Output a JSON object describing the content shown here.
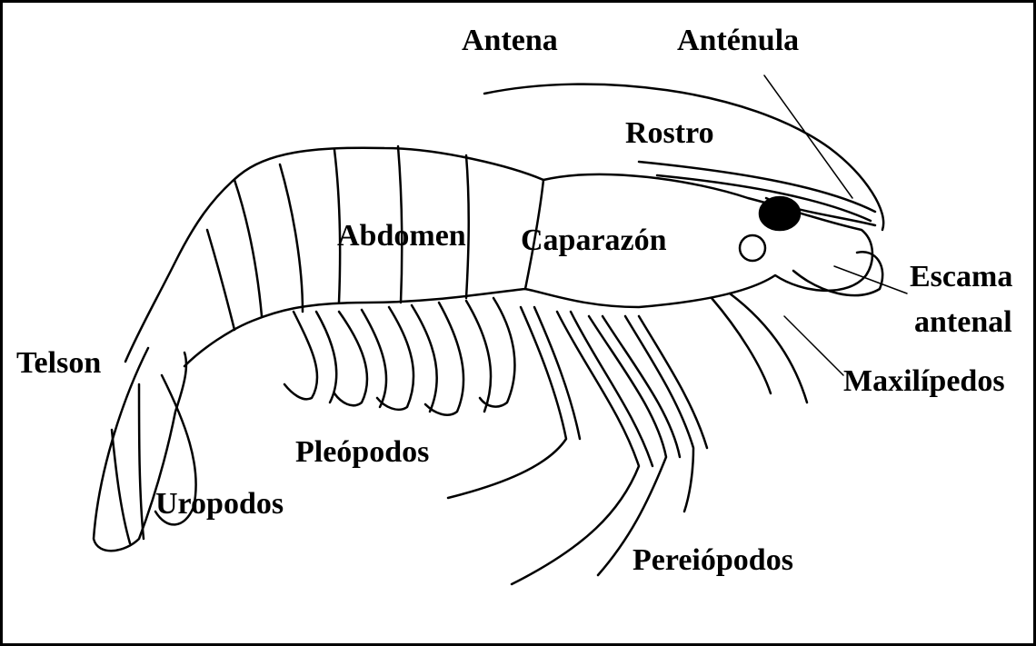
{
  "labels": {
    "antena": "Antena",
    "antenula": "Anténula",
    "rostro": "Rostro",
    "abdomen": "Abdomen",
    "caparazon": "Caparazón",
    "escama": "Escama",
    "antenal": "antenal",
    "telson": "Telson",
    "maxilipedos": "Maxilípedos",
    "pleopodos": "Pleópodos",
    "uropodos": "Uropodos",
    "pereiopodos": "Pereiópodos"
  },
  "style": {
    "ink": "#000000",
    "paper": "#ffffff"
  }
}
